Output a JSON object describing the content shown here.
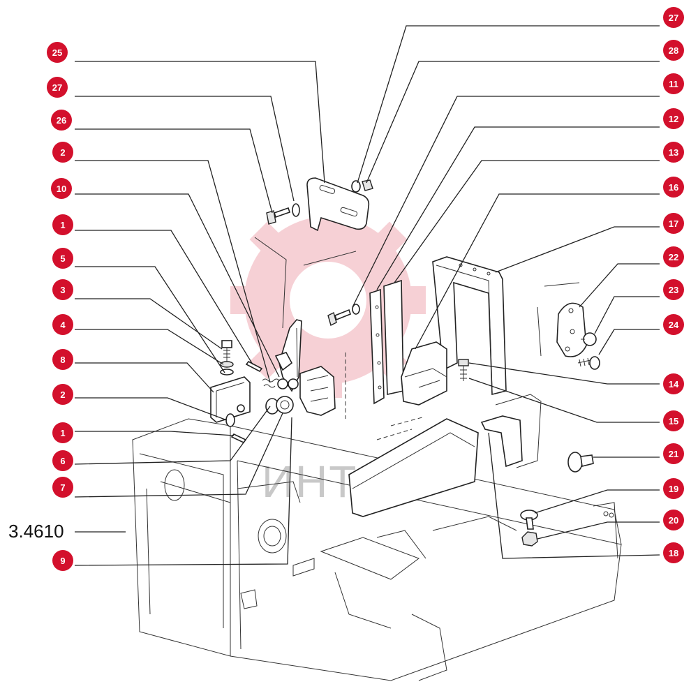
{
  "figure": {
    "reference_number": "3.4610",
    "watermark_text": "ИНТЕХ",
    "accent_color": "#d3102c",
    "line_color": "#222222"
  },
  "callouts": [
    {
      "id": "L1",
      "label": "25"
    },
    {
      "id": "L2",
      "label": "27"
    },
    {
      "id": "L3",
      "label": "26"
    },
    {
      "id": "L4",
      "label": "2"
    },
    {
      "id": "L5",
      "label": "10"
    },
    {
      "id": "L6",
      "label": "1"
    },
    {
      "id": "L7",
      "label": "5"
    },
    {
      "id": "L8",
      "label": "3"
    },
    {
      "id": "L9",
      "label": "4"
    },
    {
      "id": "L10",
      "label": "8"
    },
    {
      "id": "L11",
      "label": "2"
    },
    {
      "id": "L12",
      "label": "1"
    },
    {
      "id": "L13",
      "label": "6"
    },
    {
      "id": "L14",
      "label": "7"
    },
    {
      "id": "L15",
      "label": "9"
    },
    {
      "id": "R1",
      "label": "27"
    },
    {
      "id": "R2",
      "label": "28"
    },
    {
      "id": "R3",
      "label": "11"
    },
    {
      "id": "R4",
      "label": "12"
    },
    {
      "id": "R5",
      "label": "13"
    },
    {
      "id": "R6",
      "label": "16"
    },
    {
      "id": "R7",
      "label": "17"
    },
    {
      "id": "R8",
      "label": "22"
    },
    {
      "id": "R9",
      "label": "23"
    },
    {
      "id": "R10",
      "label": "24"
    },
    {
      "id": "R11",
      "label": "14"
    },
    {
      "id": "R12",
      "label": "15"
    },
    {
      "id": "R13",
      "label": "21"
    },
    {
      "id": "R14",
      "label": "19"
    },
    {
      "id": "R15",
      "label": "20"
    },
    {
      "id": "R16",
      "label": "18"
    }
  ]
}
